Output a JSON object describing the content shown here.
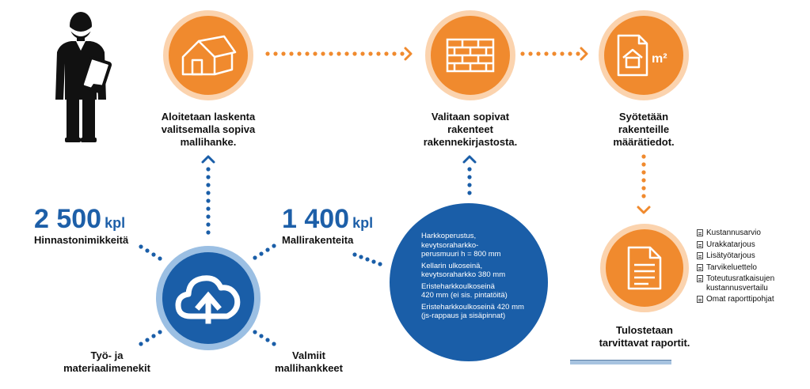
{
  "steps": {
    "start": {
      "label_lines": [
        "Aloitetaan laskenta",
        "valitsemalla sopiva",
        "mallihanke."
      ],
      "icon": "house-icon"
    },
    "select": {
      "label_lines": [
        "Valitaan sopivat",
        "rakenteet",
        "rakennekirjastosta."
      ],
      "icon": "brick-wall-icon"
    },
    "input": {
      "label_lines": [
        "Syötetään",
        "rakenteille",
        "määrätiedot."
      ],
      "icon": "area-document-icon",
      "icon_text": "m²"
    },
    "print": {
      "label_lines": [
        "Tulostetaan",
        "tarvittavat raportit."
      ],
      "icon": "report-document-icon"
    }
  },
  "stats": {
    "items": {
      "number": "2 500",
      "unit": "kpl",
      "label": "Hinnastonimikkeitä"
    },
    "structures": {
      "number": "1 400",
      "unit": "kpl",
      "label": "Mallirakenteita"
    }
  },
  "cloud": {
    "icon": "cloud-upload-icon",
    "work_label_lines": [
      "Työ- ja",
      "materiaalimenekit"
    ],
    "projects_label_lines": [
      "Valmiit",
      "mallihankkeet"
    ]
  },
  "structure_examples": [
    [
      "Harkkoperustus,",
      "kevytsoraharkko-",
      "perusmuuri h = 800 mm"
    ],
    [
      "Kellarin ulkoseinä,",
      "kevytsoraharkko 380 mm"
    ],
    [
      "Eristeharkkoulkoseinä",
      "420 mm (ei sis. pintatöitä)"
    ],
    [
      "Eristeharkkoulkoseinä 420 mm",
      "(js-rappaus ja sisäpinnat)"
    ]
  ],
  "reports": [
    [
      "Kustannusarvio"
    ],
    [
      "Urakkatarjous"
    ],
    [
      "Lisätyötarjous"
    ],
    [
      "Tarvikeluettelo"
    ],
    [
      "Toteutusratkaisujen",
      "kustannusvertailu"
    ],
    [
      "Omat raporttipohjat"
    ]
  ],
  "colors": {
    "orange": "#f08a2e",
    "orange_ring": "#fbd3ae",
    "blue": "#1a5ea8",
    "blue_ring": "#9bbfe3"
  },
  "person_icon": "person-with-tablet-icon"
}
